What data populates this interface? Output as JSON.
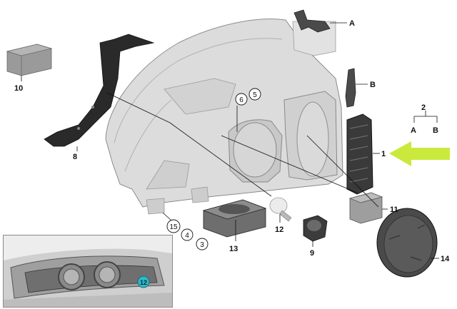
{
  "diagram": {
    "labels": {
      "A": "A",
      "B": "B",
      "p1": "1",
      "p2": "2",
      "p2a": "A",
      "p2b": "B",
      "p3": "3",
      "p4": "4",
      "p5": "5",
      "p6": "6",
      "p8": "8",
      "p9": "9",
      "p10": "10",
      "p11": "11",
      "p12": "12",
      "p13": "13",
      "p14": "14",
      "p15": "15",
      "inset12": "12"
    },
    "colors": {
      "arrow": "#c9ea3c",
      "inset_badge": "#2fb8c8",
      "housing": "#d9d9d9",
      "parts": "#222222"
    }
  }
}
